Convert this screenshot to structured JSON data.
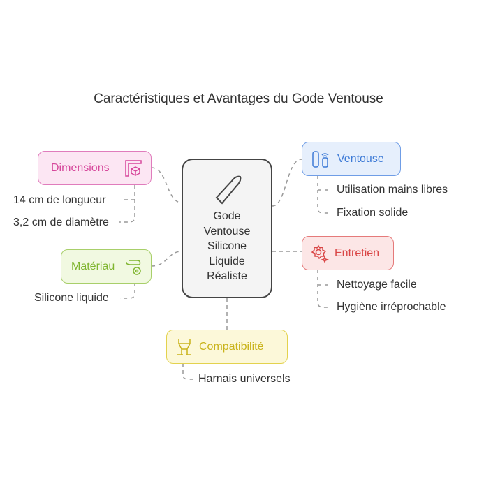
{
  "title": "Caractéristiques et Avantages du Gode Ventouse",
  "center": {
    "lines": [
      "Gode",
      "Ventouse",
      "Silicone",
      "Liquide",
      "Réaliste"
    ],
    "icon": "dildo-icon"
  },
  "branches": {
    "dimensions": {
      "label": "Dimensions",
      "color": "#d6479b",
      "icon": "ruler-cube-icon",
      "items": [
        "14 cm de longueur",
        "3,2 cm de diamètre"
      ]
    },
    "materiau": {
      "label": "Matériau",
      "color": "#7fb52f",
      "icon": "material-gear-icon",
      "items": [
        "Silicone liquide"
      ]
    },
    "ventouse": {
      "label": "Ventouse",
      "color": "#3d7ad6",
      "icon": "suction-device-icon",
      "items": [
        "Utilisation mains libres",
        "Fixation solide"
      ]
    },
    "entretien": {
      "label": "Entretien",
      "color": "#d94545",
      "icon": "gear-sparkle-icon",
      "items": [
        "Nettoyage facile",
        "Hygiène irréprochable"
      ]
    },
    "compatibilite": {
      "label": "Compatibilité",
      "color": "#c9b31a",
      "icon": "harness-icon",
      "items": [
        "Harnais universels"
      ]
    }
  }
}
